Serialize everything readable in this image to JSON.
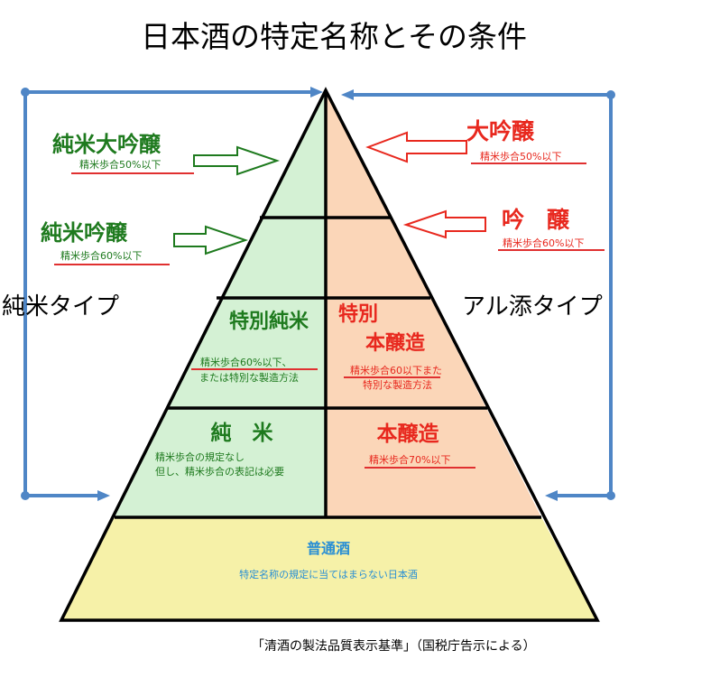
{
  "title": "日本酒の特定名称とその条件",
  "colors": {
    "green_text": "#1e7a1e",
    "red_text": "#e8281e",
    "blue_text": "#2a8fd4",
    "green_fill": "#d4f1d4",
    "orange_fill": "#fbd6b8",
    "yellow_fill": "#f6f1a8",
    "bracket_blue": "#4f86c6",
    "underline_red": "#e03030"
  },
  "left_group": "純米タイプ",
  "right_group": "アル添タイプ",
  "outside_left": {
    "junmai_daiginjo": {
      "name": "純米大吟醸",
      "cond": "精米歩合50%以下"
    },
    "junmai_ginjo": {
      "name": "純米吟醸",
      "cond": "精米歩合60%以下"
    }
  },
  "outside_right": {
    "daiginjo": {
      "name": "大吟醸",
      "cond": "精米歩合50%以下"
    },
    "ginjo": {
      "name": "吟　醸",
      "cond": "精米歩合60%以下"
    }
  },
  "tier3": {
    "left": {
      "name": "特別純米",
      "cond1": "精米歩合60%以下、",
      "cond2": "または特別な製造方法"
    },
    "right": {
      "name1": "特別",
      "name2": "本醸造",
      "cond1": "精米歩合60以下また",
      "cond2": "特別な製造方法"
    }
  },
  "tier4": {
    "left": {
      "name": "純　米",
      "cond1": "精米歩合の規定なし",
      "cond2": "但し、精米歩合の表記は必要"
    },
    "right": {
      "name": "本醸造",
      "cond": "精米歩合70%以下"
    }
  },
  "base": {
    "name": "普通酒",
    "cond": "特定名称の規定に当てはまらない日本酒"
  },
  "source": "「清酒の製法品質表示基準」（国税庁告示による）"
}
